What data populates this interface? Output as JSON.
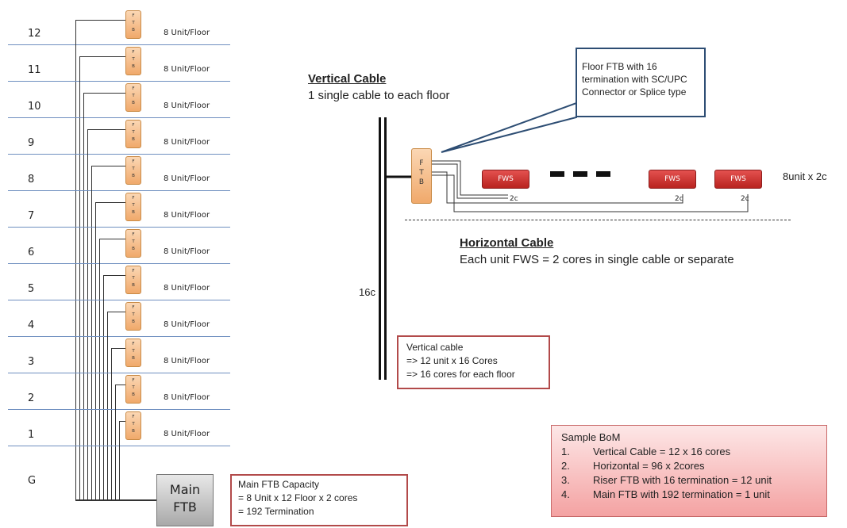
{
  "floors": [
    {
      "label": "12",
      "ftb": [
        "F",
        "T",
        "B"
      ],
      "unit": "8 Unit/Floor"
    },
    {
      "label": "11",
      "ftb": [
        "F",
        "T",
        "B"
      ],
      "unit": "8 Unit/Floor"
    },
    {
      "label": "10",
      "ftb": [
        "F",
        "T",
        "B"
      ],
      "unit": "8 Unit/Floor"
    },
    {
      "label": "9",
      "ftb": [
        "F",
        "T",
        "B"
      ],
      "unit": "8 Unit/Floor"
    },
    {
      "label": "8",
      "ftb": [
        "F",
        "T",
        "B"
      ],
      "unit": "8 Unit/Floor"
    },
    {
      "label": "7",
      "ftb": [
        "F",
        "T",
        "B"
      ],
      "unit": "8 Unit/Floor"
    },
    {
      "label": "6",
      "ftb": [
        "F",
        "T",
        "B"
      ],
      "unit": "8 Unit/Floor"
    },
    {
      "label": "5",
      "ftb": [
        "F",
        "T",
        "B"
      ],
      "unit": "8 Unit/Floor"
    },
    {
      "label": "4",
      "ftb": [
        "F",
        "T",
        "B"
      ],
      "unit": "8 Unit/Floor"
    },
    {
      "label": "3",
      "ftb": [
        "F",
        "T",
        "B"
      ],
      "unit": "8 Unit/Floor"
    },
    {
      "label": "2",
      "ftb": [
        "F",
        "T",
        "B"
      ],
      "unit": "8 Unit/Floor"
    },
    {
      "label": "1",
      "ftb": [
        "F",
        "T",
        "B"
      ],
      "unit": "8 Unit/Floor"
    }
  ],
  "ground_label": "G",
  "main_ftb": {
    "line1": "Main",
    "line2": "FTB"
  },
  "main_note": [
    "Main FTB Capacity",
    "= 8 Unit x 12 Floor x 2 cores",
    "= 192 Termination"
  ],
  "vertical": {
    "heading": "Vertical Cable",
    "text": "1 single cable to each floor",
    "cores": "16c"
  },
  "vertical_note": [
    "Vertical cable",
    "=> 12 unit  x 16 Cores",
    "=> 16 cores for each floor"
  ],
  "callout": "Floor FTB with 16 termination with  SC/UPC Connector or Splice type",
  "riser_ftb": [
    "F",
    "T",
    "B"
  ],
  "fws": [
    {
      "label": "FWS",
      "cable": "2c"
    },
    {
      "label": "FWS",
      "cable": "2c"
    },
    {
      "label": "FWS",
      "cable": "2c"
    }
  ],
  "fws_total": "8unit x 2c",
  "horizontal": {
    "heading": "Horizontal Cable",
    "text": "Each unit FWS = 2 cores in single cable or separate"
  },
  "bom": {
    "title": "Sample BoM",
    "items": [
      {
        "num": "1.",
        "text": "Vertical Cable = 12 x 16 cores"
      },
      {
        "num": "2.",
        "text": "Horizontal = 96 x 2cores"
      },
      {
        "num": "3.",
        "text": "Riser FTB with 16 termination  = 12 unit"
      },
      {
        "num": "4.",
        "text": "Main FTB with 192 termination = 1 unit"
      }
    ]
  },
  "colors": {
    "ftb": "#f0a96b",
    "fws": "#c8302c",
    "note_border": "#b24a4a",
    "callout_border": "#2d4d73",
    "floor_line": "#6f8fc0"
  }
}
